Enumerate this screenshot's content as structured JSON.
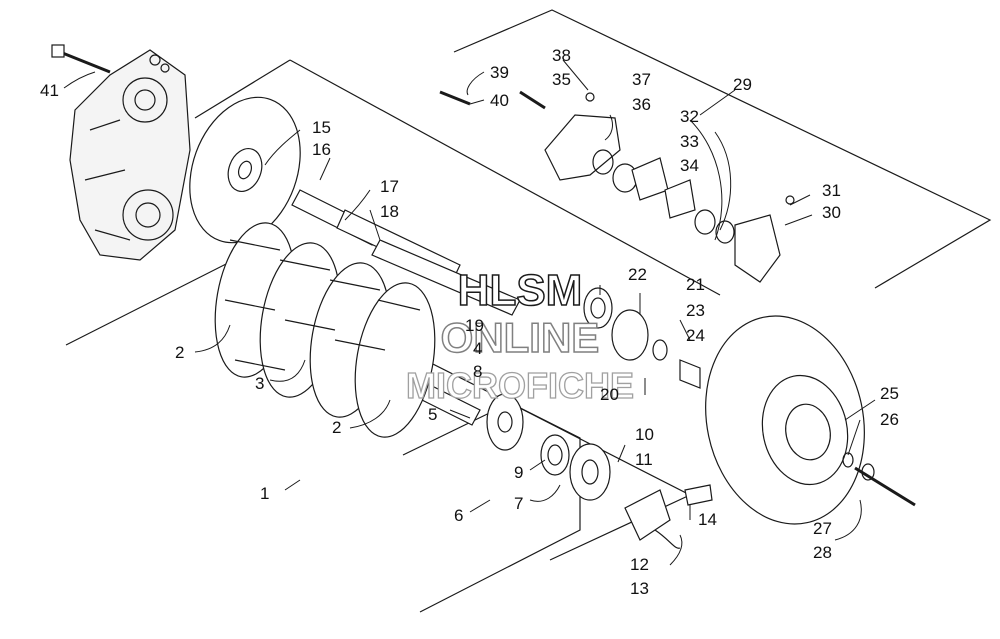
{
  "watermark": {
    "line1": "HLSM",
    "line2": "ONLINE",
    "line3": "MICROFICHE"
  },
  "callouts": [
    "1",
    "2",
    "2",
    "3",
    "4",
    "5",
    "6",
    "7",
    "8",
    "9",
    "10",
    "11",
    "12",
    "13",
    "14",
    "15",
    "16",
    "17",
    "18",
    "19",
    "20",
    "21",
    "22",
    "23",
    "24",
    "25",
    "26",
    "27",
    "28",
    "29",
    "30",
    "31",
    "32",
    "33",
    "34",
    "35",
    "36",
    "37",
    "38",
    "39",
    "40",
    "41"
  ],
  "colors": {
    "line": "#1a1a1a",
    "watermark": "#808080"
  }
}
